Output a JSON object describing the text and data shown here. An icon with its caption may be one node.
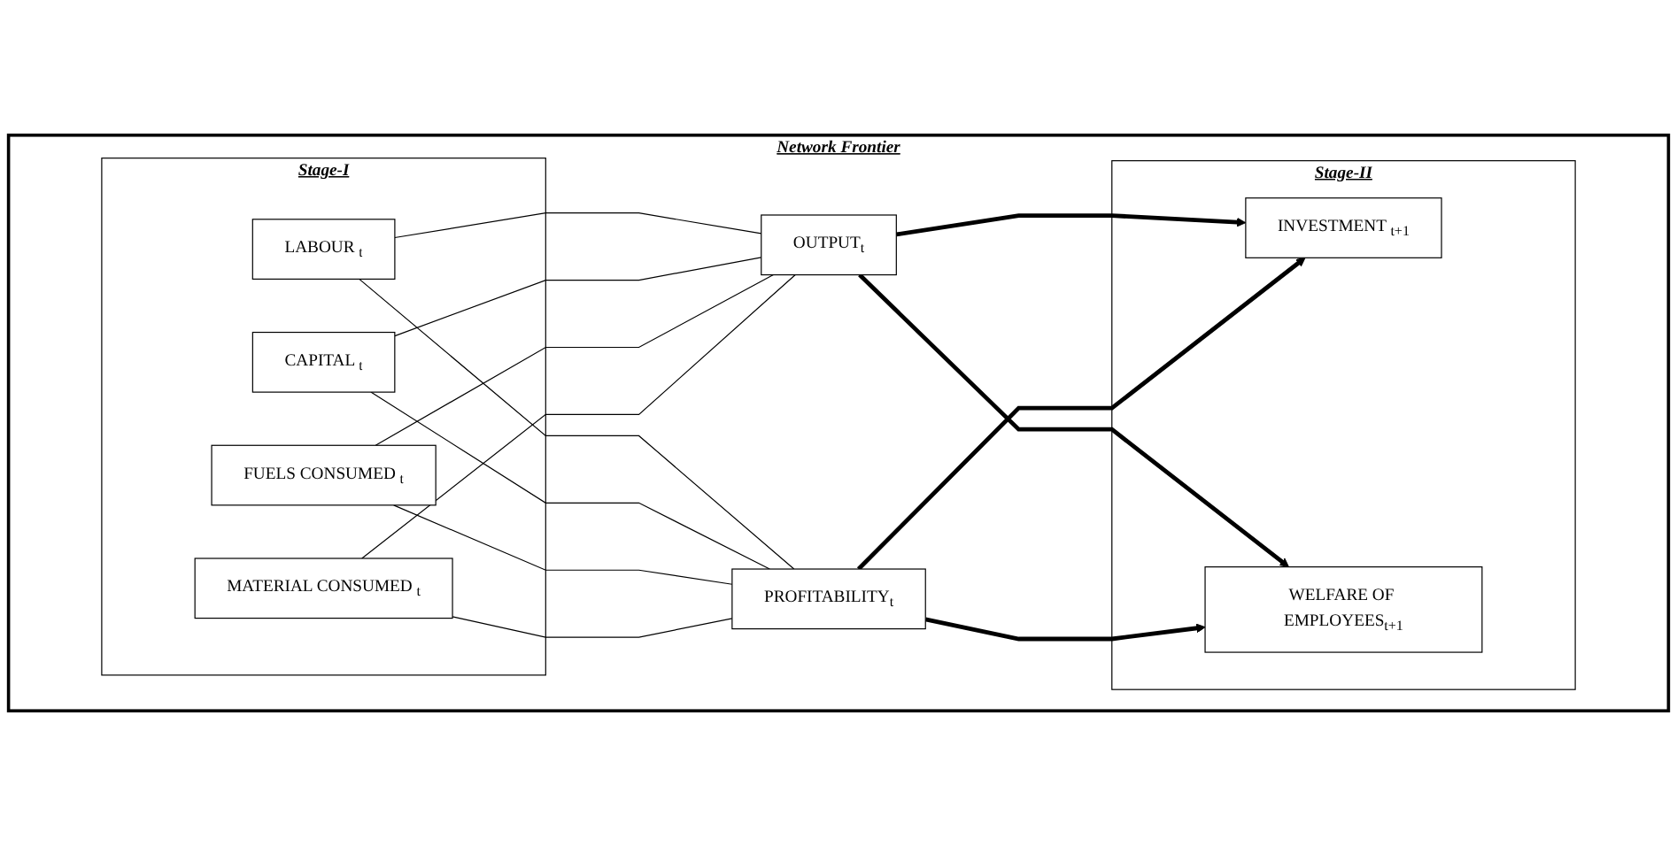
{
  "diagram": {
    "nodes": [
      {
        "text": [
          "Network Frontier"
        ]
      },
      {
        "text": [
          "Stage-I"
        ],
        "in": 0
      },
      {
        "text": [
          "Stage-II"
        ],
        "in": 0
      },
      {
        "text": [
          "LABOUR $_{t}$"
        ],
        "in": 1
      },
      {
        "text": [
          "CAPITAL $_{t}$"
        ],
        "in": 1
      },
      {
        "text": [
          "FUELS CONSUMED $_{t}$"
        ],
        "in": 1
      },
      {
        "text": [
          "MATERIAL CONSUMED $_{t}$"
        ],
        "in": 1
      },
      {
        "text": [
          "OUTPUT$_{t}$"
        ],
        "in": 0
      },
      {
        "text": [
          "PROFITABILITY$_{t}$"
        ],
        "in": 0
      },
      {
        "text": [
          "INVESTMENT $_{t+1}$"
        ],
        "in": 2
      },
      {
        "text": [
          "WELFARE OF EMPLOYEES$_{t+1}$"
        ],
        "in": 2
      }
    ],
    "edges": [
      {
        "from": 3,
        "to": 7,
        "arrow": "none"
      },
      {
        "from": 3,
        "to": 8,
        "arrow": "none"
      },
      {
        "from": 4,
        "to": 7,
        "arrow": "none"
      },
      {
        "from": 4,
        "to": 8,
        "arrow": "none"
      },
      {
        "from": 5,
        "to": 7,
        "arrow": "none"
      },
      {
        "from": 5,
        "to": 8,
        "arrow": "none"
      },
      {
        "from": 6,
        "to": 7,
        "arrow": "none"
      },
      {
        "from": 6,
        "to": 8,
        "arrow": "none"
      },
      {
        "from": 7,
        "to": 9,
        "arrow": "to",
        "style": "thick"
      },
      {
        "from": 7,
        "to": 10,
        "arrow": "to",
        "style": "thick"
      },
      {
        "from": 8,
        "to": 9,
        "arrow": "to",
        "style": "thick"
      },
      {
        "from": 8,
        "to": 10,
        "arrow": "to",
        "style": "thick"
      }
    ]
  }
}
